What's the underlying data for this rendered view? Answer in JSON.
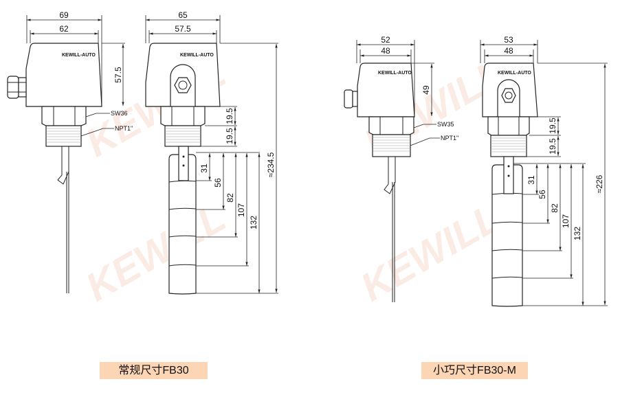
{
  "watermark": "KEWILL",
  "standard": {
    "caption": "常规尺寸FB30",
    "brand": "KEWILL-AUTO",
    "side": {
      "width_outer": "69",
      "width_inner": "62",
      "head_height": "57.5",
      "hex_label": "SW36",
      "thread_label": "NPT1\""
    },
    "front": {
      "width_outer": "65",
      "width_inner": "57.5",
      "hex_h": "19.5",
      "thread_h": "19.5",
      "paddles": [
        "31",
        "56",
        "82",
        "107",
        "132"
      ],
      "total": "≈234.5"
    }
  },
  "compact": {
    "caption": "小巧尺寸FB30-M",
    "brand": "KEWILL-AUTO",
    "side": {
      "width_outer": "52",
      "width_inner": "48",
      "head_height": "49",
      "hex_label": "SW35",
      "thread_label": "NPT1\""
    },
    "front": {
      "width_outer": "53",
      "width_inner": "48",
      "hex_h": "19.5",
      "thread_h": "19.5",
      "paddles": [
        "31",
        "56",
        "82",
        "107",
        "132"
      ],
      "total": "≈226"
    }
  }
}
